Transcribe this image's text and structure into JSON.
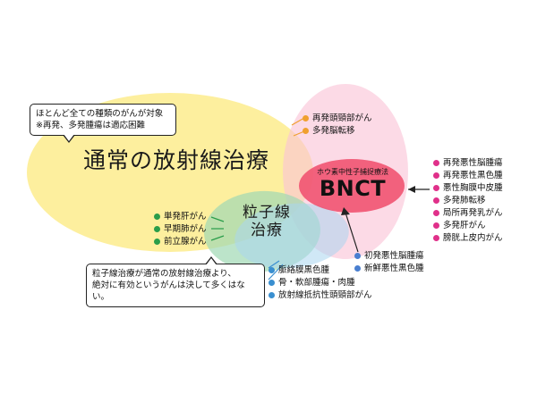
{
  "diagram": {
    "regions": {
      "conventional": {
        "label": "通常の放射線治療",
        "color": "#fce978"
      },
      "particle": {
        "label": "粒子線\n治療",
        "line1": "粒子線",
        "line2": "治療",
        "color": "#a0d8b4"
      },
      "bnct": {
        "subtitle": "ホウ素中性子捕捉療法",
        "title": "BNCT",
        "color": "#f0506e"
      },
      "pink_field": {
        "color": "#fac4d6"
      },
      "blue_field": {
        "color": "#aad6ee"
      }
    },
    "callouts": [
      {
        "name": "conventional-note",
        "line1": "ほとんど全ての種類のがんが対象",
        "line2": "※再発、多発腫瘍は適応困難"
      },
      {
        "name": "particle-note",
        "line1": "粒子線治療が通常の放射線治療より、",
        "line2": "絶対に有効というがんは決して多くはない。"
      }
    ],
    "lists": {
      "top": {
        "name": "bnct-upper-indications",
        "items": [
          {
            "label": "再発頭頸部がん",
            "color": "#f0a030"
          },
          {
            "label": "多発脳転移",
            "color": "#f0a030"
          }
        ]
      },
      "right": {
        "name": "bnct-indications",
        "items": [
          {
            "label": "再発悪性脳腫瘍",
            "color": "#e0308a"
          },
          {
            "label": "再発悪性黒色腫",
            "color": "#e0308a"
          },
          {
            "label": "悪性胸膜中皮腫",
            "color": "#e0308a"
          },
          {
            "label": "多発肺転移",
            "color": "#e0308a"
          },
          {
            "label": "局所再発乳がん",
            "color": "#e0308a"
          },
          {
            "label": "多発肝がん",
            "color": "#e0308a"
          },
          {
            "label": "膀胱上皮内がん",
            "color": "#e0308a"
          }
        ]
      },
      "particle_left": {
        "name": "particle-indications",
        "items": [
          {
            "label": "単発肝がん",
            "color": "#2a9d4a"
          },
          {
            "label": "早期肺がん",
            "color": "#2a9d4a"
          },
          {
            "label": "前立腺がん",
            "color": "#2a9d4a"
          }
        ]
      },
      "blue_bottom": {
        "name": "particle-blue-indications",
        "items": [
          {
            "label": "脈絡膜黒色腫",
            "color": "#3a8fd0"
          },
          {
            "label": "骨・軟部腫瘍・肉腫",
            "color": "#3a8fd0"
          },
          {
            "label": "放射線抵抗性頭頸部がん",
            "color": "#3a8fd0"
          }
        ]
      },
      "bnct_bottom": {
        "name": "bnct-lower-indications",
        "items": [
          {
            "label": "初発悪性脳腫瘍",
            "color": "#4a7fd0"
          },
          {
            "label": "新鮮悪性黒色腫",
            "color": "#4a7fd0"
          }
        ]
      }
    }
  }
}
